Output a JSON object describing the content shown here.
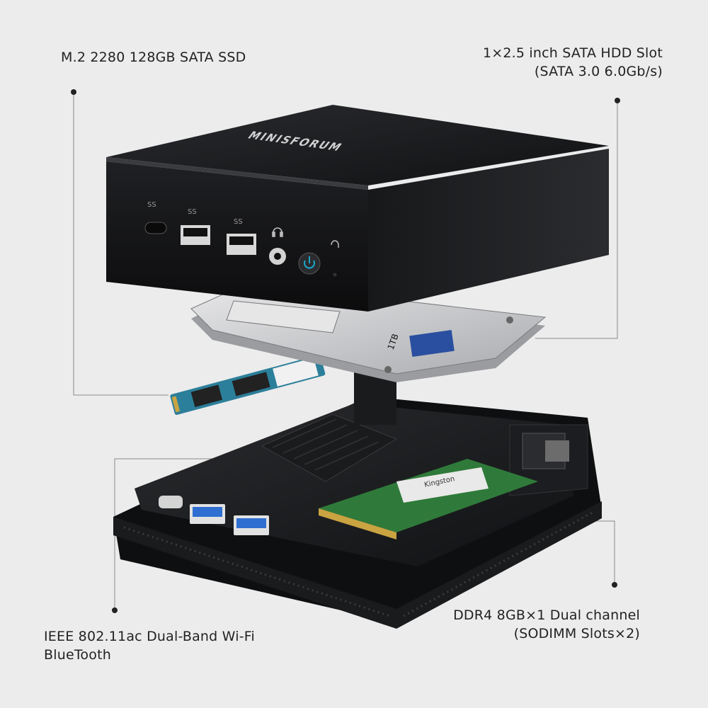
{
  "brand": "MINISFORUM",
  "ports": {
    "usb_c_mark": "SS",
    "usb_a_mark": "SS"
  },
  "hdd_label": "1TB",
  "ram_label": "Kingston",
  "callouts": {
    "ssd": {
      "line1": "M.2 2280 128GB SATA SSD"
    },
    "hdd": {
      "line1": "1×2.5 inch SATA HDD Slot",
      "line2": "(SATA 3.0 6.0Gb/s)"
    },
    "ram": {
      "line1": "DDR4 8GB×1 Dual channel",
      "line2": "(SODIMM Slots×2)"
    },
    "wifi": {
      "line1": "IEEE 802.11ac Dual-Band Wi-Fi",
      "line2": "BlueTooth"
    }
  },
  "colors": {
    "background": "#ececec",
    "case": "#1b1c1e",
    "power_led": "#1aa6c9",
    "usb_blue": "#2f6fd1",
    "ram_green": "#2f7a3a",
    "leader": "#8a8a8a"
  }
}
